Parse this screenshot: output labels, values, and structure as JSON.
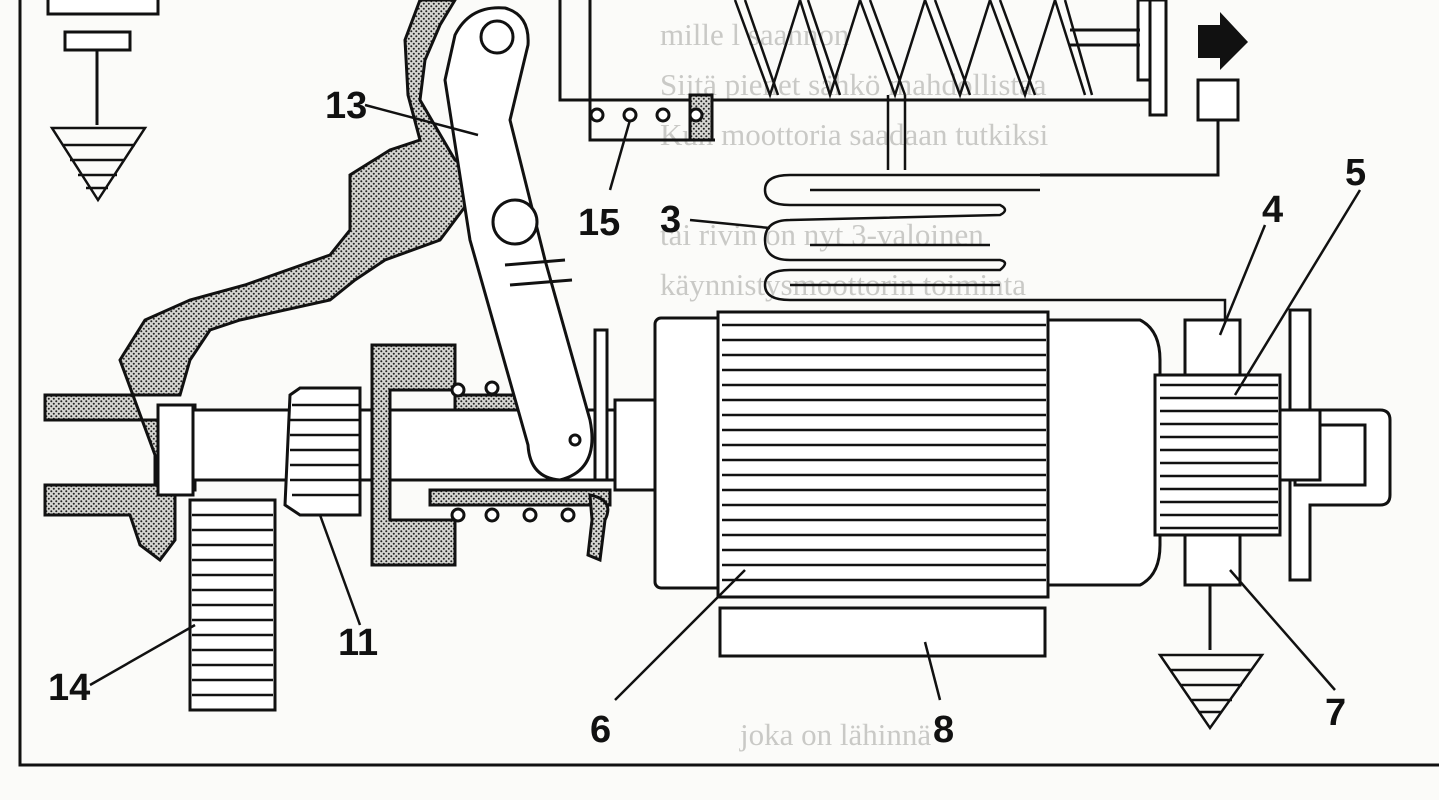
{
  "labels": {
    "l3": "3",
    "l4": "4",
    "l5": "5",
    "l6": "6",
    "l7": "7",
    "l8": "8",
    "l11": "11",
    "l13": "13",
    "l14": "14",
    "l15": "15"
  },
  "background_text": [
    "mille l saannon",
    "Siitä pienet sähkö mahdollistaa",
    "Kun moottoria saadaan tutkiksi",
    "tai rivin on nyt 3-valoinen",
    "käynnistysmoottorin toiminta",
    "joka on lähinnä"
  ],
  "colors": {
    "ink": "#111111",
    "paper": "#fbfbf9",
    "shade": "#bcbcb8"
  }
}
